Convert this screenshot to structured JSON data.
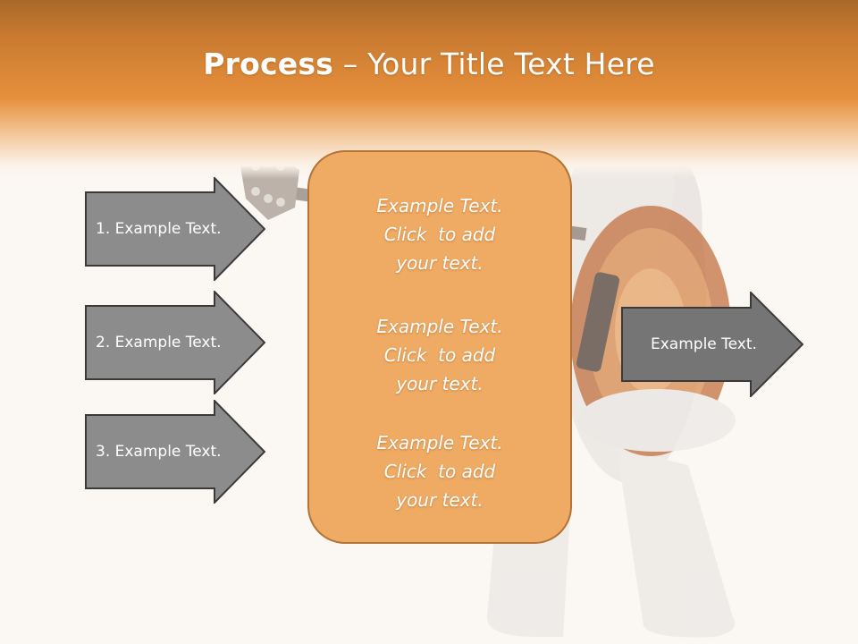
{
  "title": {
    "bold": "Process",
    "rest": " – Your Title Text Here"
  },
  "left_arrows": [
    {
      "label": "1. Example Text."
    },
    {
      "label": "2. Example Text."
    },
    {
      "label": "3. Example Text."
    }
  ],
  "center_blocks": [
    {
      "lines": [
        "Example Text.",
        "Click  to add",
        "your text."
      ]
    },
    {
      "lines": [
        "Example Text.",
        "Click  to add",
        "your text."
      ]
    },
    {
      "lines": [
        "Example Text.",
        "Click  to add",
        "your text."
      ]
    }
  ],
  "right_arrow": {
    "label": "Example Text."
  },
  "colors": {
    "header_orange": "#e6903c",
    "center_box_fill": "#efaa63",
    "center_box_border": "#b37436",
    "arrow_fill": "#8c8c8c",
    "right_arrow_fill": "#757575",
    "arrow_border": "#3a3a3a"
  }
}
